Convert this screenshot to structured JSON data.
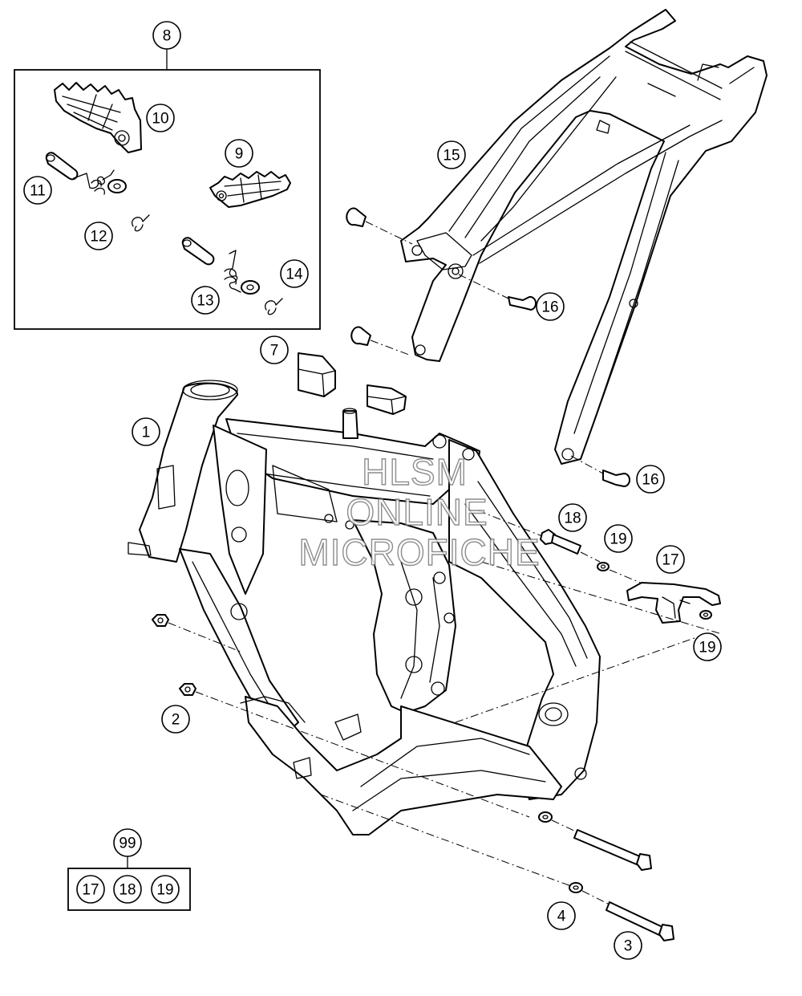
{
  "callouts": [
    {
      "id": "c1",
      "label": "1"
    },
    {
      "id": "c2",
      "label": "2"
    },
    {
      "id": "c3",
      "label": "3"
    },
    {
      "id": "c4",
      "label": "4"
    },
    {
      "id": "c7",
      "label": "7"
    },
    {
      "id": "c8",
      "label": "8"
    },
    {
      "id": "c9",
      "label": "9"
    },
    {
      "id": "c10",
      "label": "10"
    },
    {
      "id": "c11",
      "label": "11"
    },
    {
      "id": "c12",
      "label": "12"
    },
    {
      "id": "c13",
      "label": "13"
    },
    {
      "id": "c14",
      "label": "14"
    },
    {
      "id": "c15",
      "label": "15"
    },
    {
      "id": "c16a",
      "label": "16"
    },
    {
      "id": "c16b",
      "label": "16"
    },
    {
      "id": "c17",
      "label": "17"
    },
    {
      "id": "c18",
      "label": "18"
    },
    {
      "id": "c19a",
      "label": "19"
    },
    {
      "id": "c19b",
      "label": "19"
    },
    {
      "id": "c99",
      "label": "99"
    },
    {
      "id": "k17",
      "label": "17"
    },
    {
      "id": "k18",
      "label": "18"
    },
    {
      "id": "k19",
      "label": "19"
    }
  ],
  "watermark": {
    "line1": "HLSM",
    "line2": "ONLINE",
    "line3": "MICROFICHE"
  }
}
